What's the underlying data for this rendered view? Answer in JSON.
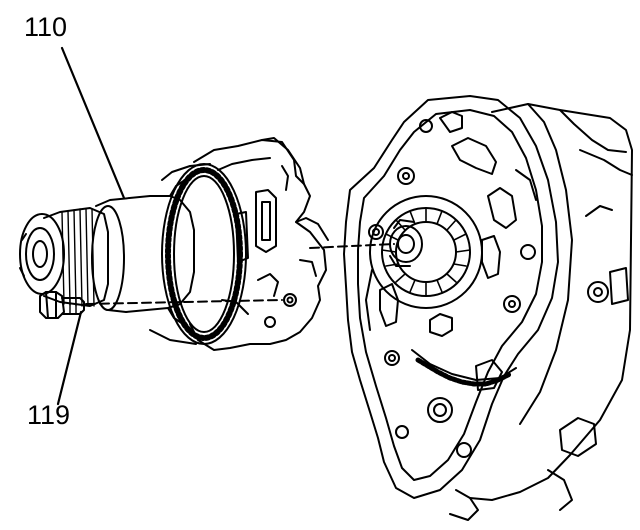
{
  "callouts": [
    {
      "id": "110",
      "text": "110"
    },
    {
      "id": "119",
      "text": "119"
    }
  ],
  "colors": {
    "ink": "#000000",
    "paper": "#ffffff"
  }
}
